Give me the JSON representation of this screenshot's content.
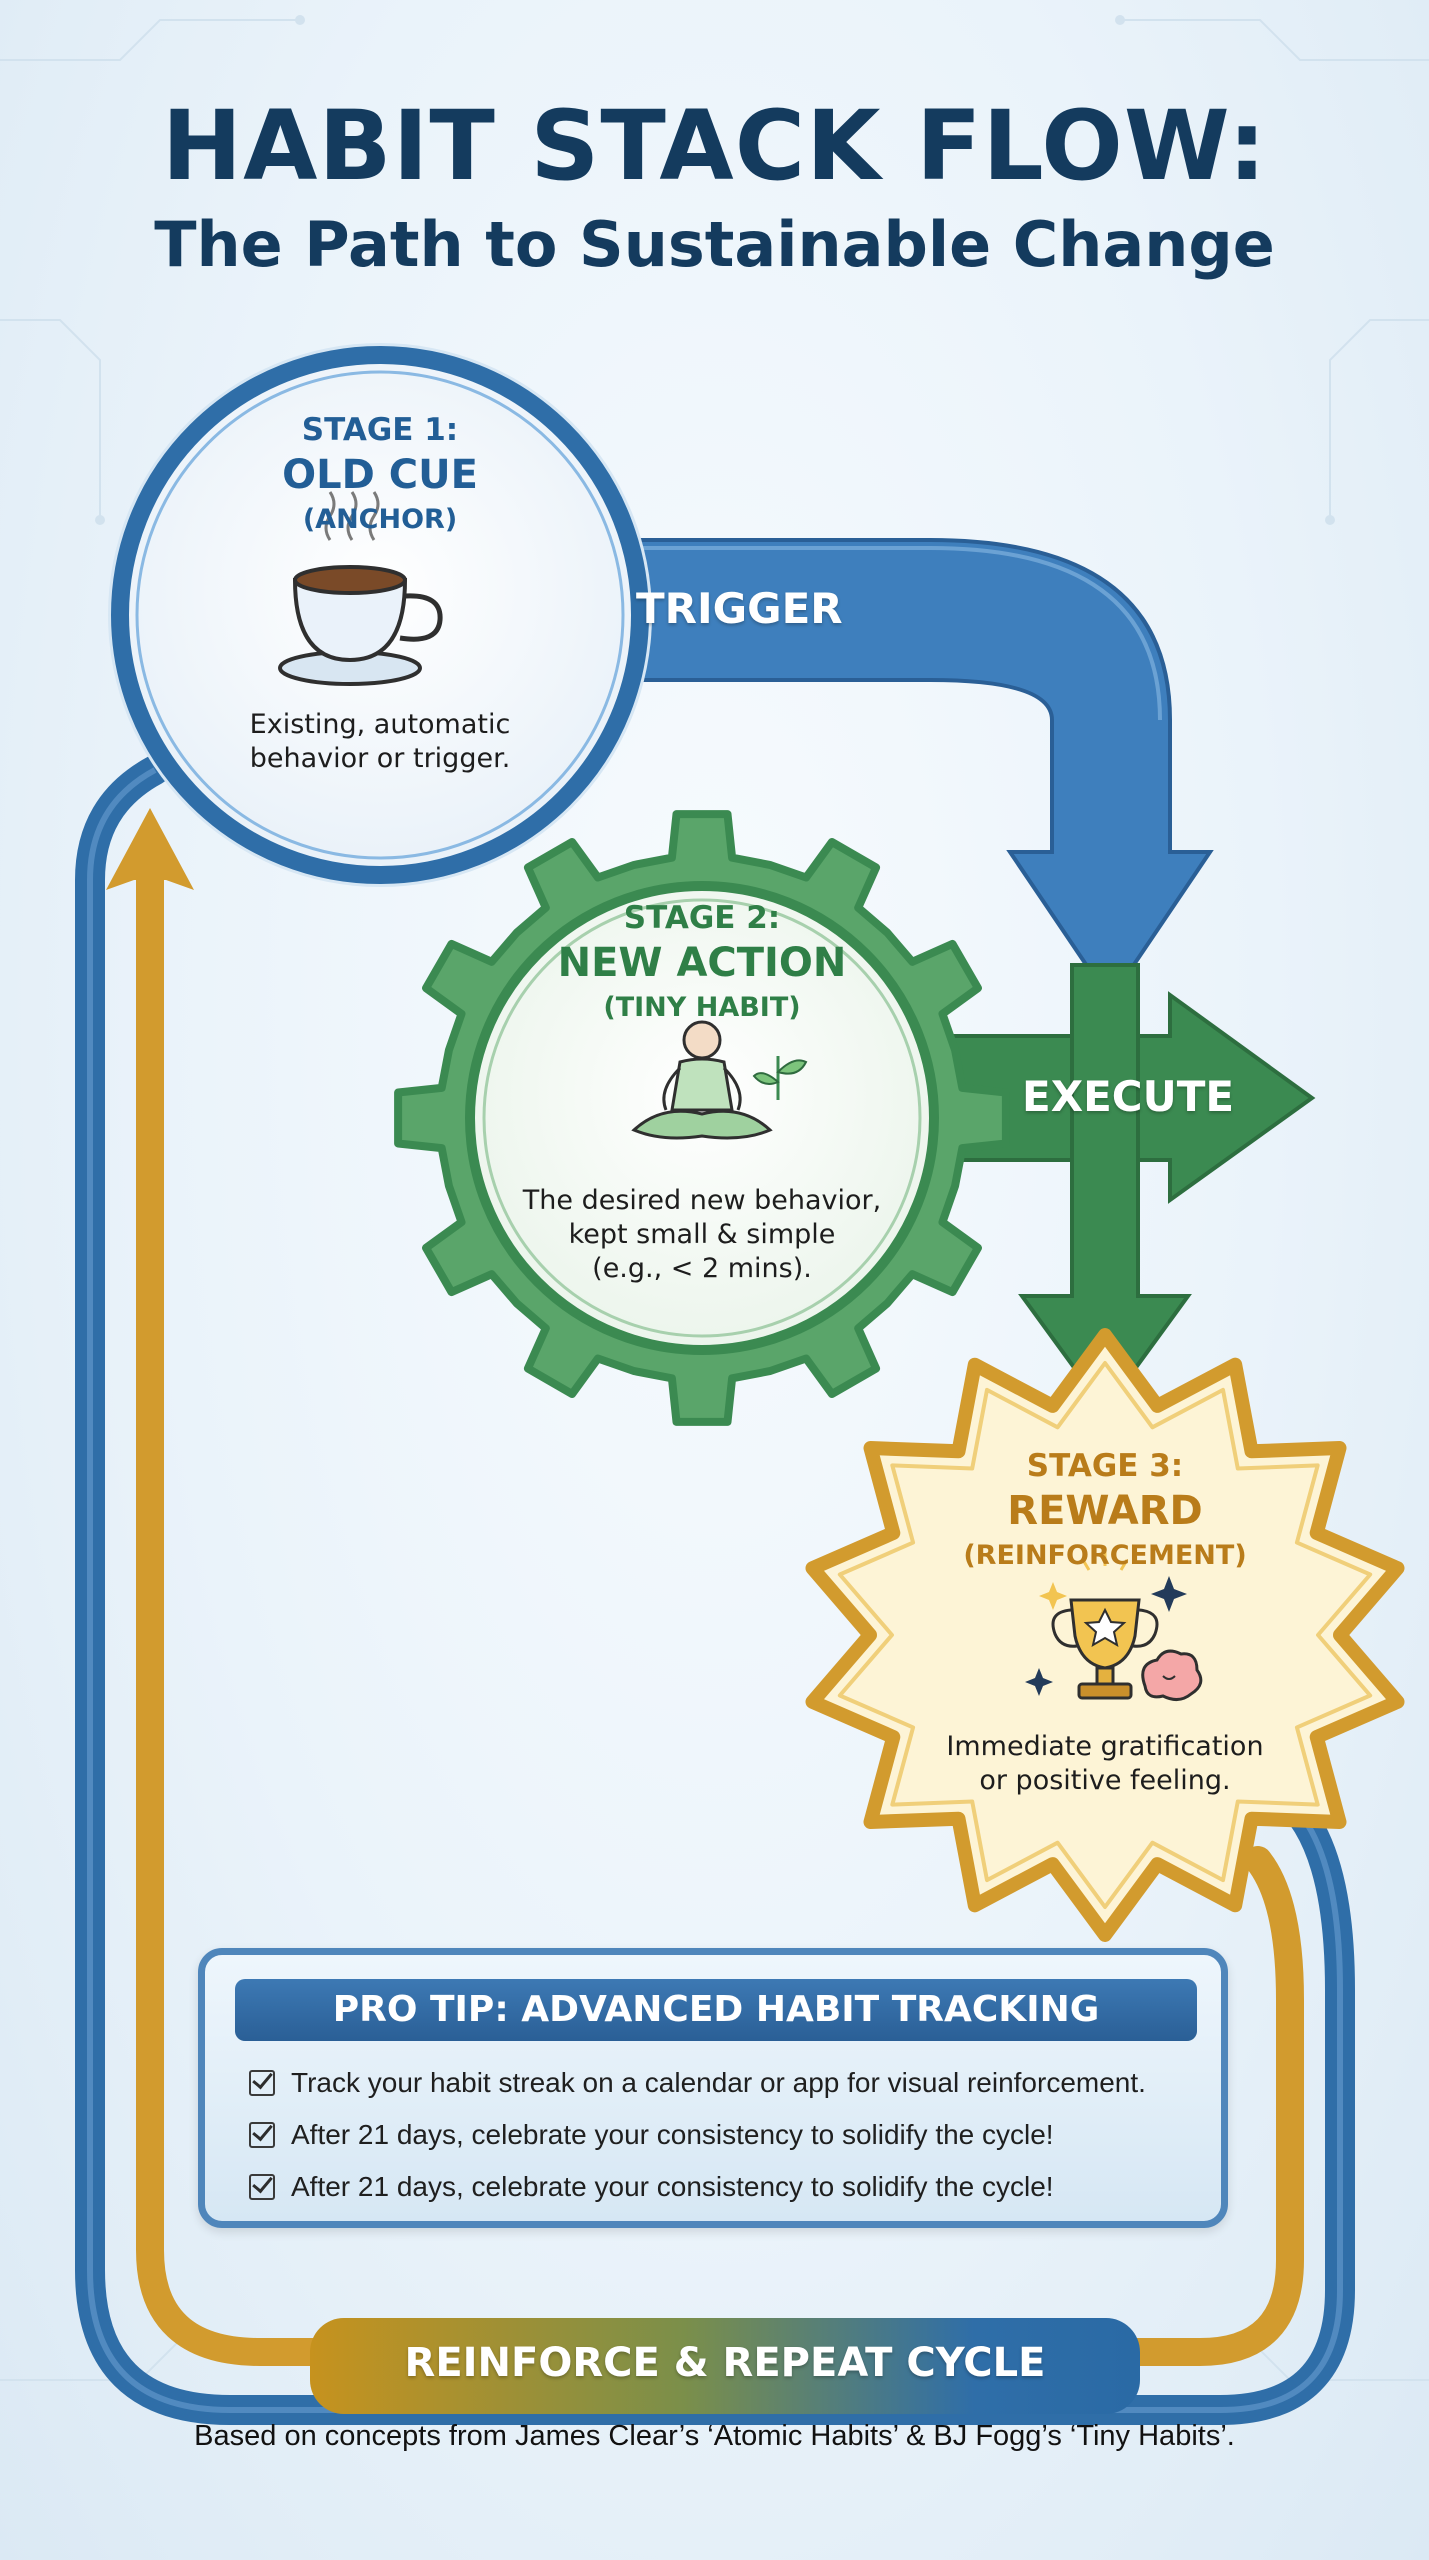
{
  "title": {
    "line1": "HABIT STACK FLOW:",
    "line2": "The Path to Sustainable Change"
  },
  "stages": [
    {
      "number": "STAGE 1:",
      "name": "OLD CUE",
      "subtitle": "(ANCHOR)",
      "description_lines": [
        "Existing, automatic",
        "behavior or trigger."
      ],
      "icon": "coffee-cup-icon",
      "color": "#2f6ea8"
    },
    {
      "number": "STAGE 2:",
      "name": "NEW ACTION",
      "subtitle": "(TINY HABIT)",
      "description_lines": [
        "The desired new behavior,",
        "kept small & simple",
        "(e.g., < 2 mins)."
      ],
      "icon": "meditation-person-icon",
      "color": "#3b8a51"
    },
    {
      "number": "STAGE 3:",
      "name": "REWARD",
      "subtitle": "(REINFORCEMENT)",
      "description_lines": [
        "Immediate gratification",
        "or positive feeling."
      ],
      "icon": "trophy-brain-icon",
      "color": "#d29b2e"
    }
  ],
  "arrows": {
    "trigger": "TRIGGER",
    "execute": "EXECUTE",
    "cycle": "REINFORCE & REPEAT CYCLE"
  },
  "pro_tip": {
    "heading": "PRO TIP: ADVANCED HABIT TRACKING",
    "items": [
      "Track your habit streak on a calendar or app for visual reinforcement.",
      "After 21 days, celebrate your consistency to solidify the cycle!",
      "After 21 days, celebrate your consistency to solidify the cycle!"
    ]
  },
  "footer": "Based on concepts from James Clear’s ‘Atomic Habits’ & BJ Fogg’s ‘Tiny Habits’.",
  "colors": {
    "title": "#143b5e",
    "blue": "#2f6ea8",
    "green": "#3b8a51",
    "gold": "#d29b2e"
  }
}
